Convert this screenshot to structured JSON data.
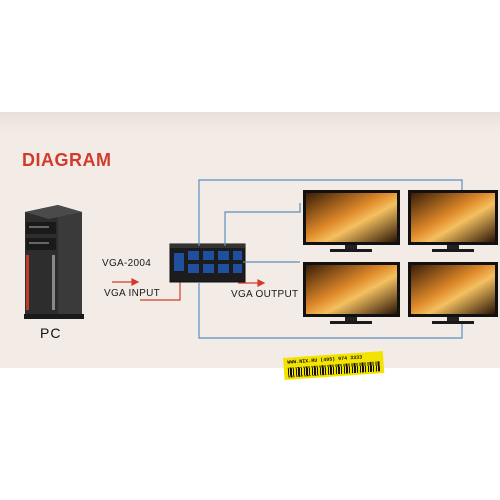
{
  "title": "DIAGRAM",
  "pc_label": "PC",
  "device_model": "VGA-2004",
  "vga_input_label": "VGA INPUT",
  "vga_output_label": "VGA OUTPUT",
  "sticker_text": "WWW.NIX.RU  (495) 974 3333",
  "colors": {
    "title": "#d13b2c",
    "arrow": "#d13b2c",
    "cable": "#5c8fc0",
    "panel": "#f3ece6"
  },
  "monitor_count": 4
}
